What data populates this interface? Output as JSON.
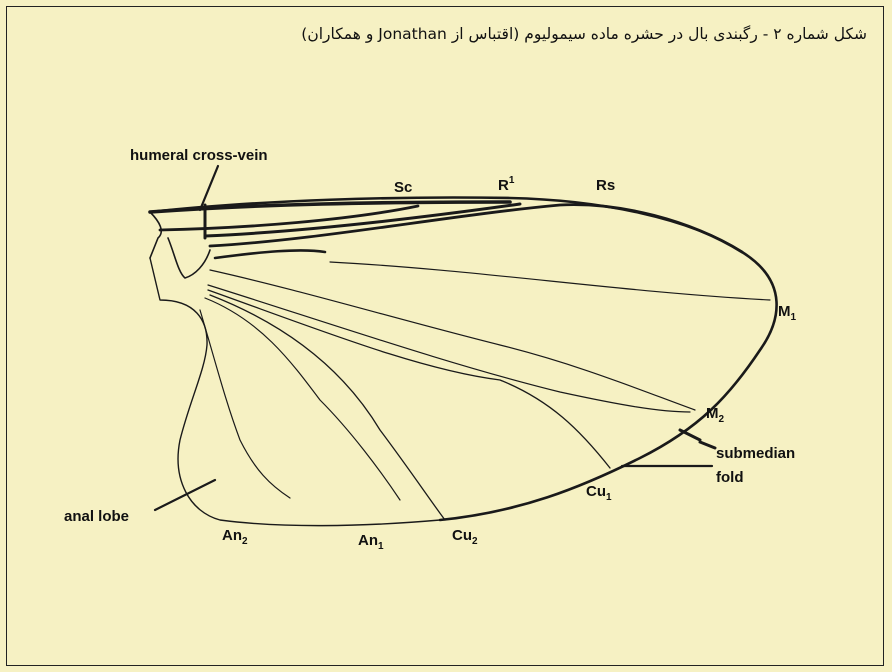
{
  "caption": "شکل شماره ۲ - رگبندی بال در حشره ماده سیمولیوم (اقتباس از Jonathan و همکاران)",
  "labels": {
    "humeral": "humeral cross-vein",
    "sc": "Sc",
    "r1": {
      "base": "R",
      "sup": "1"
    },
    "rs": "Rs",
    "m1": {
      "base": "M",
      "sub": "1"
    },
    "m2": {
      "base": "M",
      "sub": "2"
    },
    "submedian": "submedian",
    "fold": "fold",
    "cu1": {
      "base": "Cu",
      "sub": "1"
    },
    "cu2": {
      "base": "Cu",
      "sub": "2"
    },
    "an1": {
      "base": "An",
      "sub": "1"
    },
    "an2": {
      "base": "An",
      "sub": "2"
    },
    "anal_lobe": "anal lobe"
  },
  "colors": {
    "background": "#f6f1c3",
    "ink": "#111111"
  }
}
